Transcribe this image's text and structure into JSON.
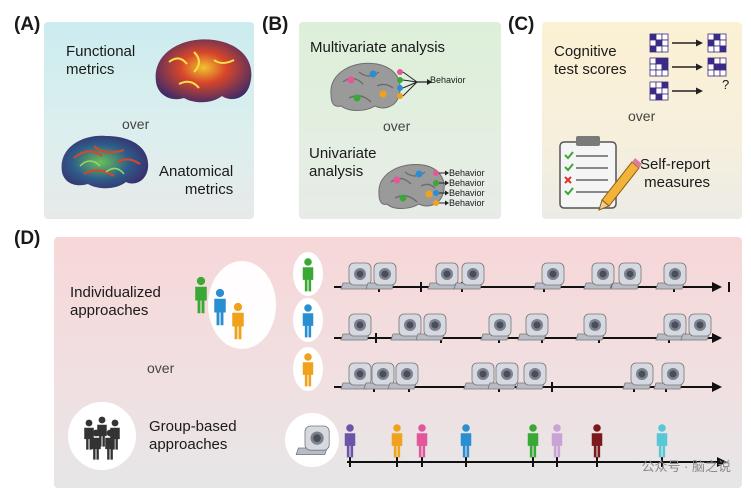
{
  "panels": {
    "A": {
      "label": "(A)",
      "top_text": "Functional\nmetrics",
      "over": "over",
      "bottom_text": "Anatomical\nmetrics"
    },
    "B": {
      "label": "(B)",
      "top_text": "Multivariate analysis",
      "behavior": "Behavior",
      "over": "over",
      "bottom_text": "Univariate\nanalysis",
      "behaviors": [
        "Behavior",
        "Behavior",
        "Behavior",
        "Behavior"
      ]
    },
    "C": {
      "label": "(C)",
      "top_text": "Cognitive\ntest scores",
      "question": "?",
      "over": "over",
      "bottom_text": "Self-report\nmeasures"
    },
    "D": {
      "label": "(D)",
      "individual_text": "Individualized\napproaches",
      "over": "over",
      "group_text": "Group-based\napproaches"
    }
  },
  "watermark": "公众号 · 脑之说",
  "colors": {
    "green": "#3aa835",
    "blue": "#2a8fd0",
    "orange": "#f0a21c",
    "purple": "#6b55a8",
    "pink": "#e2569a",
    "lavender": "#c9a3d6",
    "maroon": "#7a1a1c",
    "cyan": "#59c7d6",
    "dark": "#333333"
  },
  "icons": [
    "brain-icon",
    "person-icon",
    "mri-scanner-icon",
    "clipboard-icon",
    "pencil-icon",
    "grid-icon",
    "arrow-icon"
  ]
}
